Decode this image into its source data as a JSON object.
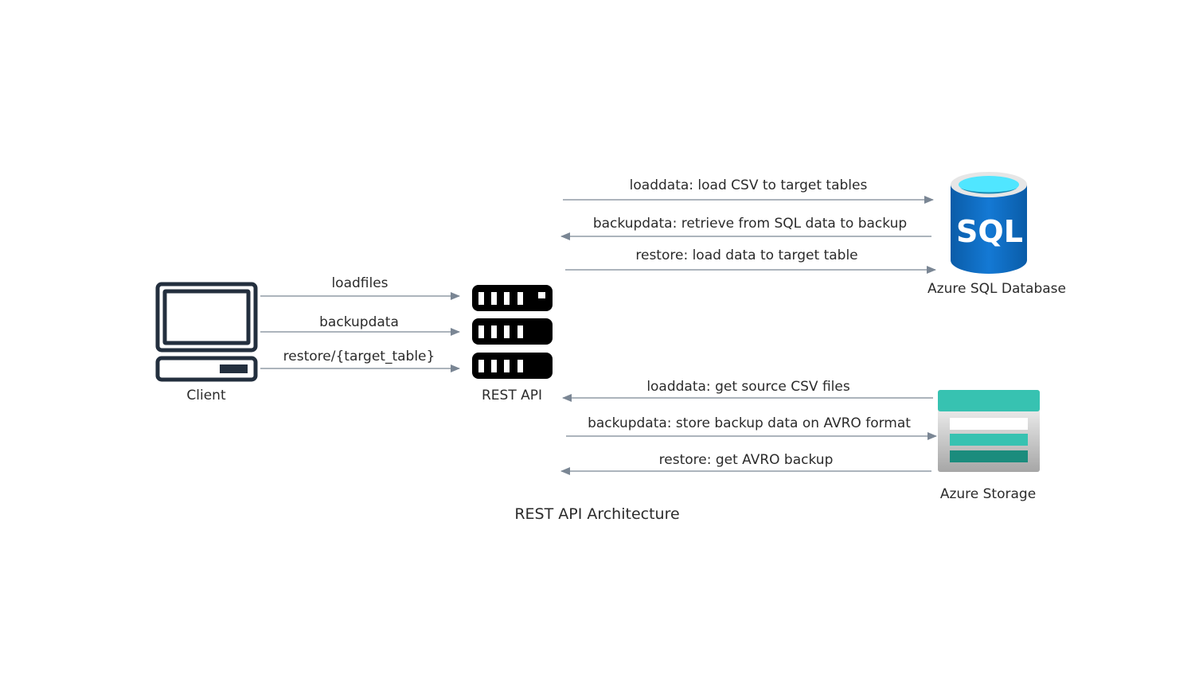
{
  "title": "REST API Architecture",
  "colors": {
    "arrow": "#7a8694",
    "text": "#2b2b2b",
    "client_icon": "#232f3e",
    "server_icon": "#000000",
    "sql_blue": "#0f6cbd",
    "sql_top": "#50e6ff",
    "storage_teal": "#37c2b1",
    "storage_dark": "#1b8c7d",
    "storage_gray": "#b3b3b3"
  },
  "nodes": {
    "client": {
      "label": "Client",
      "icon": "computer-icon"
    },
    "rest_api": {
      "label": "REST API",
      "icon": "server-rack-icon"
    },
    "sql": {
      "label": "Azure SQL Database",
      "icon": "sql-database-icon",
      "icon_text": "SQL"
    },
    "storage": {
      "label": "Azure Storage",
      "icon": "storage-account-icon"
    }
  },
  "edges": {
    "client_api": [
      {
        "label": "loadfiles",
        "direction": "to-rest-api"
      },
      {
        "label": "backupdata",
        "direction": "to-rest-api"
      },
      {
        "label": "restore/{target_table}",
        "direction": "to-rest-api"
      }
    ],
    "api_sql": [
      {
        "label": "loaddata: load CSV to target tables",
        "direction": "to-sql"
      },
      {
        "label": "backupdata: retrieve from SQL data to backup",
        "direction": "to-rest-api"
      },
      {
        "label": "restore: load data to target table",
        "direction": "to-sql"
      }
    ],
    "api_storage": [
      {
        "label": "loaddata: get source CSV files",
        "direction": "to-rest-api"
      },
      {
        "label": "backupdata: store backup data on AVRO format",
        "direction": "to-storage"
      },
      {
        "label": "restore: get AVRO backup",
        "direction": "to-rest-api"
      }
    ]
  }
}
